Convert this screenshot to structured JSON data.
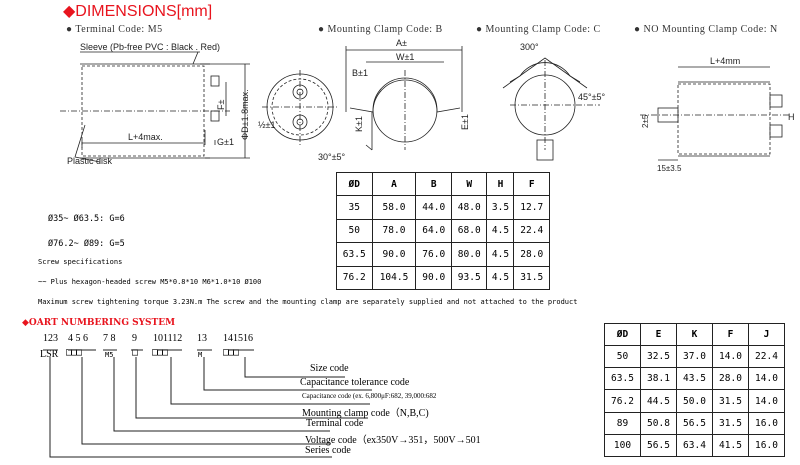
{
  "title": "◆DIMENSIONS[mm]",
  "sections": {
    "terminal": "● Terminal Code: M5",
    "clamp_b": "● Mounting Clamp Code: B",
    "clamp_c": "● Mounting Clamp Code: C",
    "clamp_n": "● NO Mounting Clamp Code: N"
  },
  "drawing_labels": {
    "sleeve": "Sleeve (Pb-free PVC : Black .  Red)",
    "plastic_disk": "Plastic disk",
    "length": "L+4max.",
    "diameter": "ΦD±1.8max.",
    "f": "F±",
    "g": "G±1",
    "half": "½±1",
    "a": "A±",
    "w": "W±1",
    "b": "B±1",
    "e": "E±1",
    "k": "K±1",
    "angle_b": "30°±5°",
    "angle_c_top": "300°",
    "angle_c": "45°±5°",
    "length_n": "L+4mm",
    "n_left": "15±3.5",
    "n_side": "2±5",
    "h": "H"
  },
  "table1": {
    "headers": [
      "ØD",
      "A",
      "B",
      "W",
      "H",
      "F"
    ],
    "rows": [
      [
        "35",
        "58.0",
        "44.0",
        "48.0",
        "3.5",
        "12.7"
      ],
      [
        "50",
        "78.0",
        "64.0",
        "68.0",
        "4.5",
        "22.4"
      ],
      [
        "63.5",
        "90.0",
        "76.0",
        "80.0",
        "4.5",
        "28.0"
      ],
      [
        "76.2",
        "104.5",
        "90.0",
        "93.5",
        "4.5",
        "31.5"
      ]
    ]
  },
  "notes": {
    "g1": "Ø35~ Ø63.5: G=6",
    "g2": "Ø76.2~ Ø89: G=5",
    "screw_title": "Screw specifications",
    "screw_spec": "~~ Plus hexagon-headed  screw M5*0.8*10  M6*1.0*10  Ø100",
    "torque": "Maximum screw tightening torque 3.23N.m  The screw and the mounting clamp are separately supplied and not attached to the product"
  },
  "part_numbering": {
    "title": "◆OART NUMBERING SYSTEM",
    "positions": [
      "123",
      "4 5 6",
      "7 8",
      "9",
      "101112",
      "13",
      "141516"
    ],
    "codes": [
      "LSR",
      "□□□",
      "M5",
      "□",
      "□□□",
      "M",
      "□□□"
    ],
    "labels": {
      "size": "Size code",
      "tolerance": "Capacitance tolerance code",
      "capacitance": "Capacitance code (ex. 6,800μF:682, 39,000:682",
      "clamp": "Mounting clamp code（N,B,C)",
      "terminal": "Terminal code",
      "voltage": "Voltage code（ex350V→351，500V→501",
      "series": "Series code"
    }
  },
  "table2": {
    "headers": [
      "ØD",
      "E",
      "K",
      "F",
      "J"
    ],
    "rows": [
      [
        "50",
        "32.5",
        "37.0",
        "14.0",
        "22.4"
      ],
      [
        "63.5",
        "38.1",
        "43.5",
        "28.0",
        "14.0"
      ],
      [
        "76.2",
        "44.5",
        "50.0",
        "31.5",
        "14.0"
      ],
      [
        "89",
        "50.8",
        "56.5",
        "31.5",
        "16.0"
      ],
      [
        "100",
        "56.5",
        "63.4",
        "41.5",
        "16.0"
      ]
    ]
  }
}
